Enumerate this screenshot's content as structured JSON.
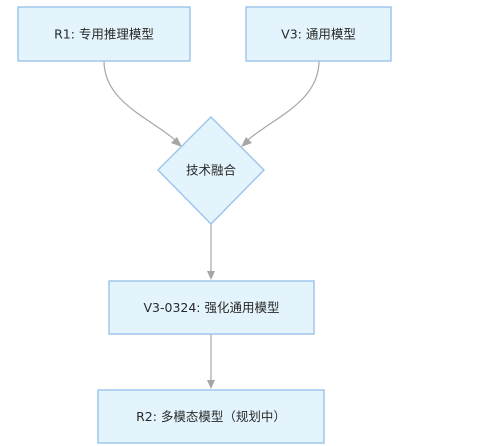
{
  "nodes": {
    "r1": {
      "label": "R1: 专用推理模型"
    },
    "v3": {
      "label": "V3: 通用模型"
    },
    "fusion": {
      "label": "技术融合"
    },
    "v3_0324": {
      "label": "V3-0324: 强化通用模型"
    },
    "r2": {
      "label": "R2: 多模态模型（规划中）"
    }
  },
  "edges": [
    {
      "from": "R1: 专用推理模型",
      "to": "技术融合"
    },
    {
      "from": "V3: 通用模型",
      "to": "技术融合"
    },
    {
      "from": "技术融合",
      "to": "V3-0324: 强化通用模型"
    },
    {
      "from": "V3-0324: 强化通用模型",
      "to": "R2: 多模态模型（规划中）"
    }
  ]
}
